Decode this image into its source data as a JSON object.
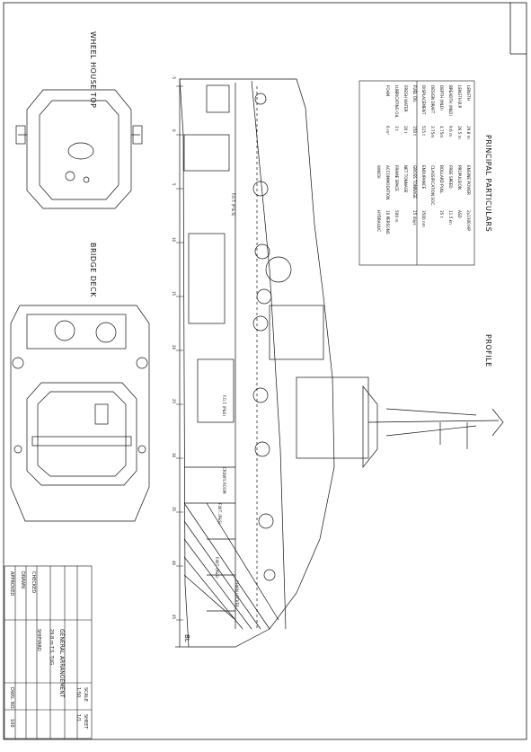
{
  "sections": {
    "principal_particulars": "PRINCIPAL PARTICULARS",
    "profile": "PROFILE",
    "wheel_house_top": "WHEEL HOUSE TOP",
    "bridge_deck": "BRIDGE DECK"
  },
  "particulars": {
    "left": [
      {
        "label": "LENGTH",
        "value": "29.8 m"
      },
      {
        "label": "LENGTH B.P.",
        "value": "26.5 m"
      },
      {
        "label": "BREADTH (MLD)",
        "value": "9.6 m"
      },
      {
        "label": "DEPTH (MLD)",
        "value": "4.75m"
      },
      {
        "label": "DESIGN DRAFT",
        "value": "3.75m"
      },
      {
        "label": "DISPLACEMENT",
        "value": "515 t"
      },
      {
        "label": "FUEL OIL",
        "value": "150 t"
      },
      {
        "label": "FRESH WATER",
        "value": "20 t"
      },
      {
        "label": "LUBRICATING OIL",
        "value": "3 t"
      },
      {
        "label": "FOAM",
        "value": "6 m³"
      }
    ],
    "right": [
      {
        "label": "ENGINE POWER",
        "value": "2x1300 HP"
      },
      {
        "label": "PROPULSION",
        "value": "ASD"
      },
      {
        "label": "FREE SPEED",
        "value": "11.5 kn"
      },
      {
        "label": "BOLLARD PULL",
        "value": "35 t"
      },
      {
        "label": "CLASSIFICATION SOC.",
        "value": ""
      },
      {
        "label": "ENDURANCE",
        "value": "3500 nm"
      },
      {
        "label": "GROSS TONNAGE",
        "value": "15 days"
      },
      {
        "label": "NET TONNAGE",
        "value": ""
      },
      {
        "label": "FRAME SPACE",
        "value": "500 m"
      },
      {
        "label": "ACCOMMODATION",
        "value": "10 PERSONS"
      },
      {
        "label": "WINCH",
        "value": "HYDRAULIC"
      }
    ]
  },
  "profile_labels": {
    "baseline": "BL",
    "frame_numbers": [
      "-5",
      "0",
      "5",
      "10",
      "15",
      "20",
      "25",
      "30",
      "35",
      "40",
      "45"
    ],
    "tank_labels": [
      "F.O.T. (P & S)",
      "F.O.T. (P&S)",
      "CREW'S ROOM",
      "F.W.T. (P&S)",
      "F.W.T. (P&S)",
      "CHAIN LOCKER"
    ]
  },
  "title_block": {
    "drawing_title": "GENERAL ARRANGEMENT",
    "vessel": "29.8 m T.S. TUG",
    "yard": "SHIPYARD",
    "scale_label": "SCALE",
    "scale_value": "1:50",
    "sheet_label": "SHEET",
    "sheet_value": "1/1",
    "drawn_label": "DRAWN",
    "checked_label": "CHECKED",
    "approved_label": "APPROVED",
    "dwg_no_label": "DWG. NO.",
    "dwg_no_value": "100"
  },
  "colors": {
    "line": "#111111",
    "paper": "#ffffff"
  }
}
